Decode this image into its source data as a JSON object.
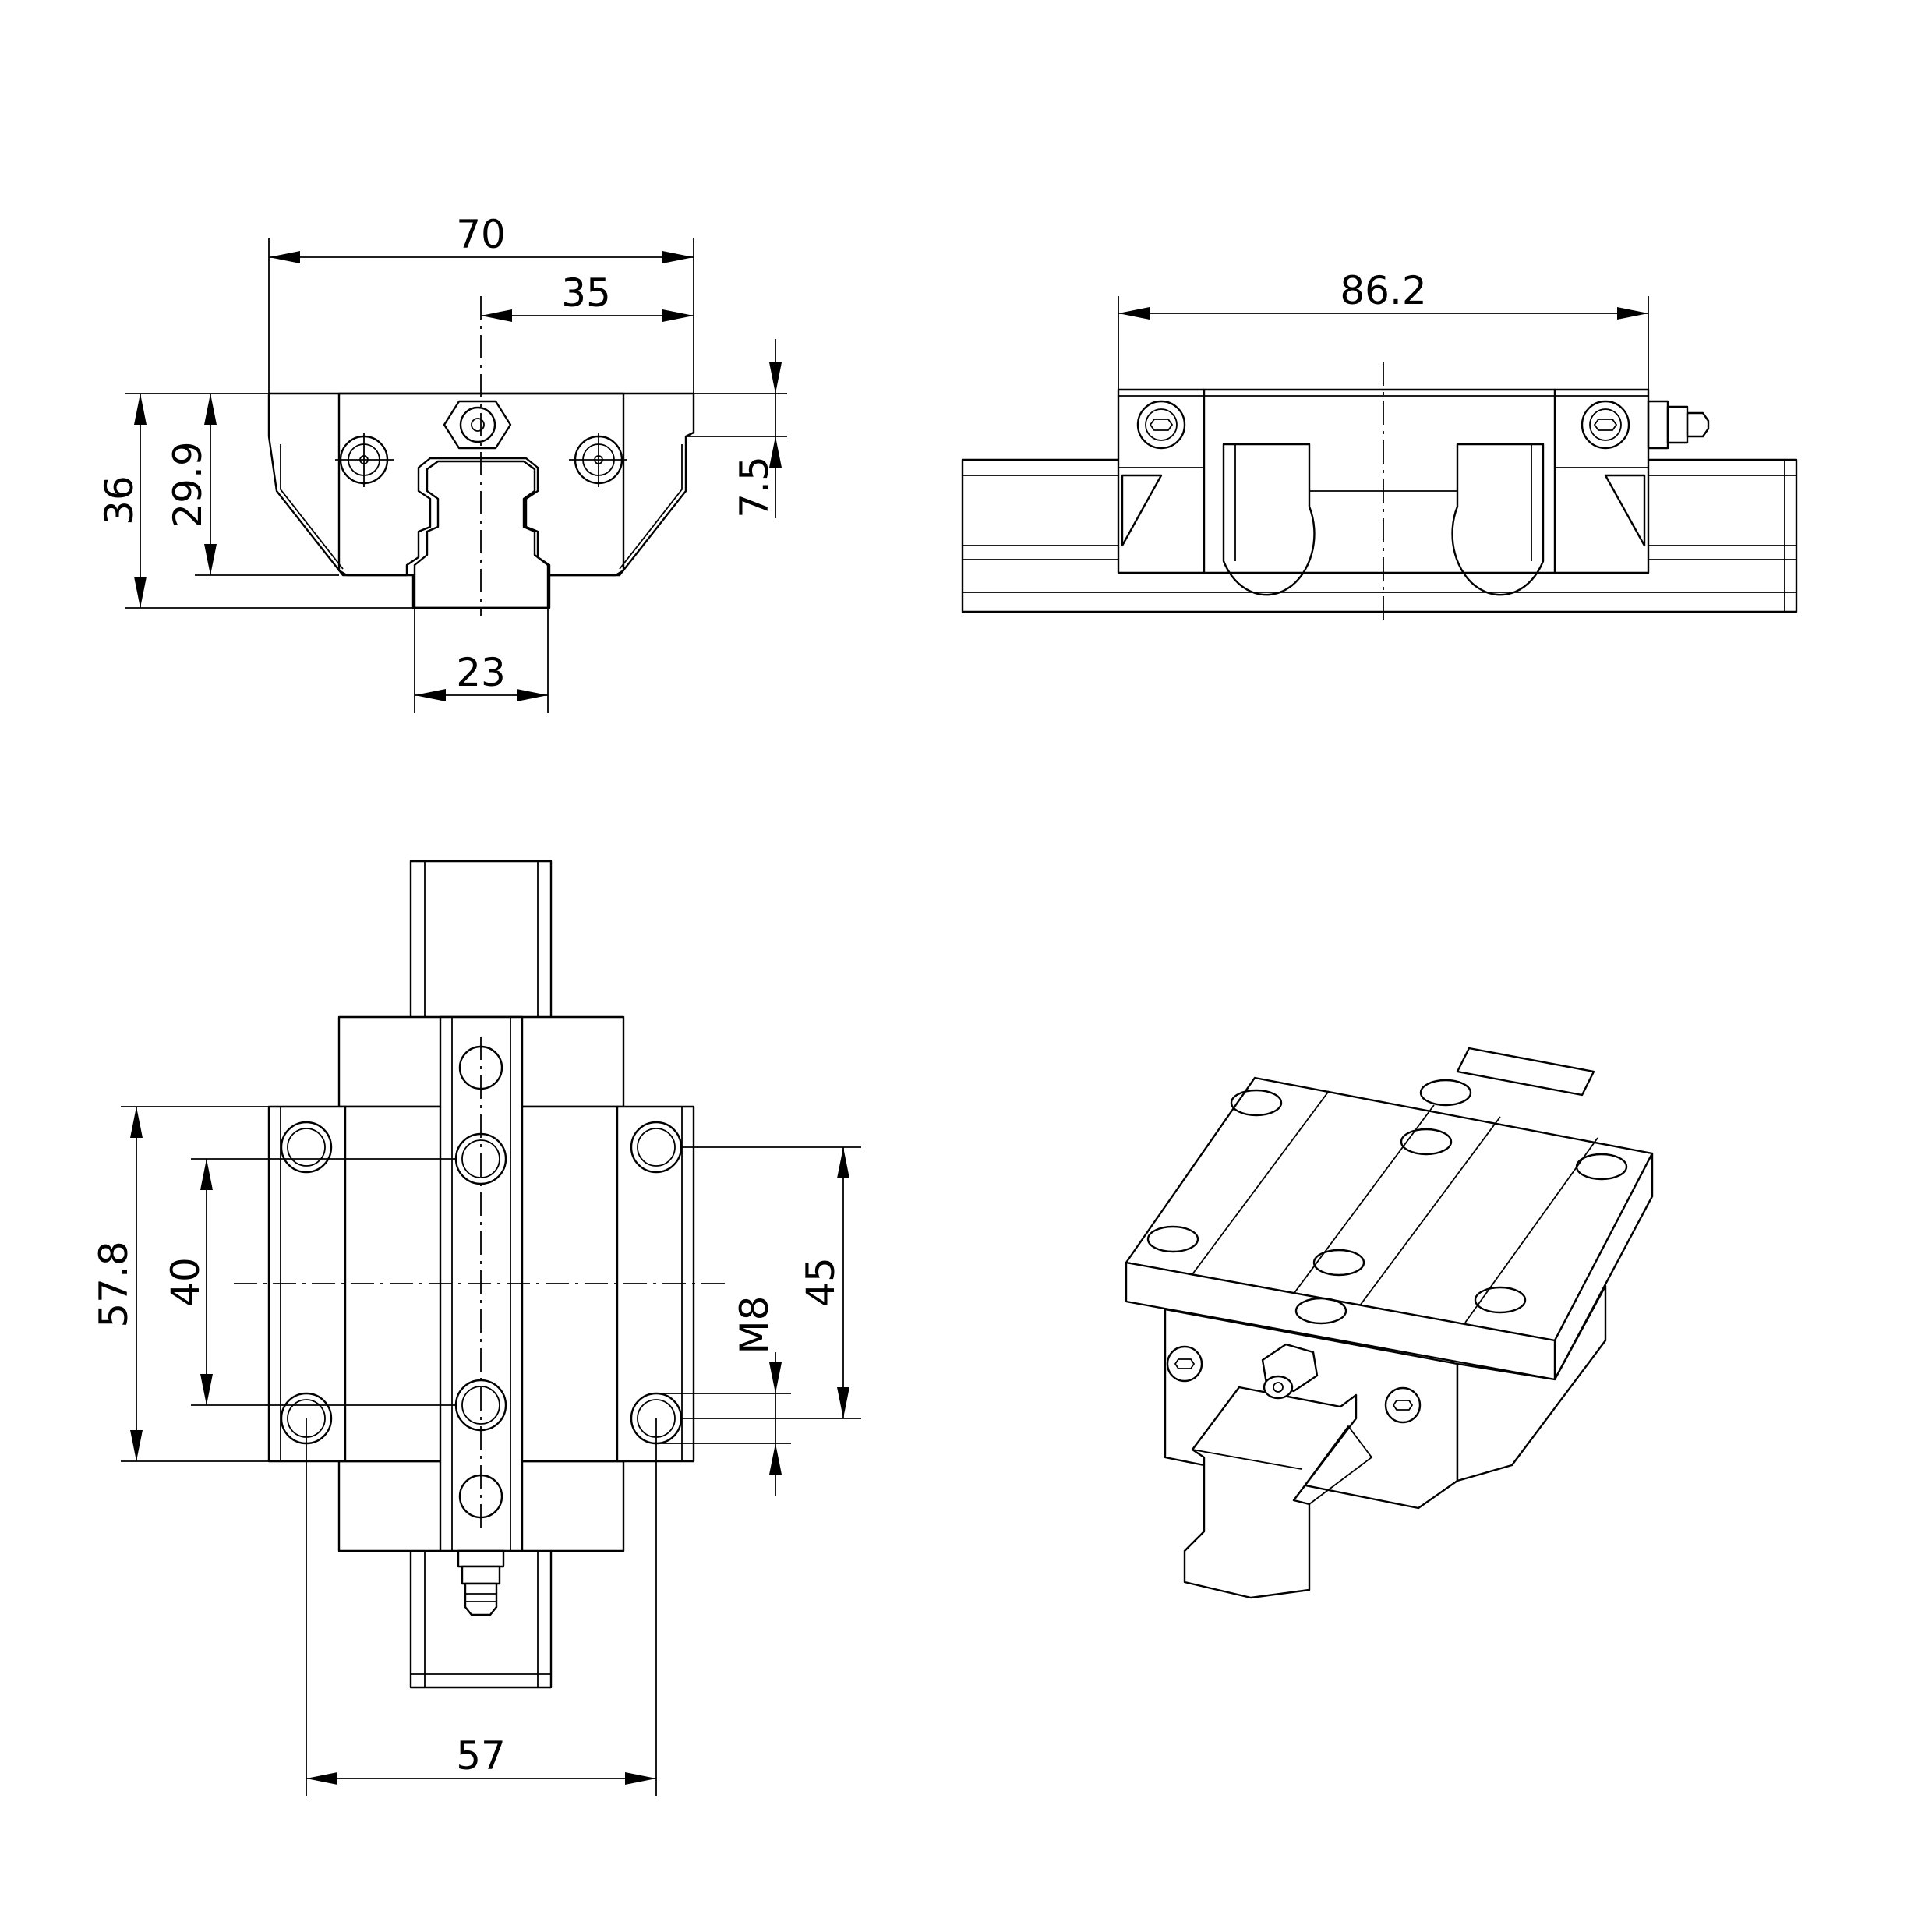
{
  "views": {
    "front": {
      "dims": {
        "width": "70",
        "half_width": "35",
        "height": "36",
        "block_height": "29.9",
        "clearance": "7.5",
        "rail_width": "23"
      }
    },
    "side": {
      "dims": {
        "length": "86.2"
      }
    },
    "top": {
      "dims": {
        "overall_length": "57.8",
        "hole_spacing_long": "40",
        "hole_spacing_cross": "45",
        "thread": "M8",
        "hole_spacing_width": "57"
      }
    },
    "iso": {}
  },
  "style": {
    "line_color": "#000000",
    "background": "#ffffff"
  }
}
